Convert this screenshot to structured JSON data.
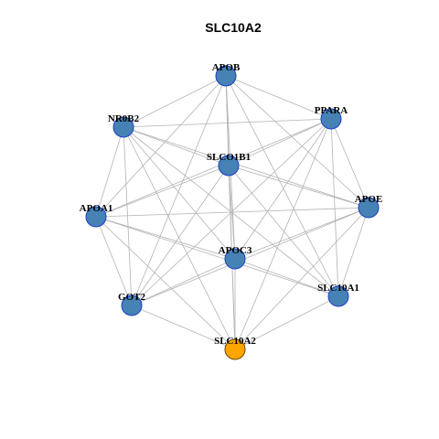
{
  "title": "SLC10A2",
  "colors": {
    "node_fill": "#4682b4",
    "node_stroke": "#1f3fc8",
    "highlight_fill": "#ffa500",
    "highlight_stroke": "#6a4a00",
    "edge": "#b3b3b3"
  },
  "nodes": [
    {
      "id": "APOB",
      "label": "APOB",
      "highlight": false
    },
    {
      "id": "PPARA",
      "label": "PPARA",
      "highlight": false
    },
    {
      "id": "NR0B2",
      "label": "NR0B2",
      "highlight": false
    },
    {
      "id": "SLCO1B1",
      "label": "SLCO1B1",
      "highlight": false
    },
    {
      "id": "APOE",
      "label": "APOE",
      "highlight": false
    },
    {
      "id": "APOA1",
      "label": "APOA1",
      "highlight": false
    },
    {
      "id": "APOC3",
      "label": "APOC3",
      "highlight": false
    },
    {
      "id": "SLC10A1",
      "label": "SLC10A1",
      "highlight": false
    },
    {
      "id": "GOT2",
      "label": "GOT2",
      "highlight": false
    },
    {
      "id": "SLC10A2",
      "label": "SLC10A2",
      "highlight": true
    }
  ],
  "edges": [
    [
      "APOB",
      "PPARA"
    ],
    [
      "APOB",
      "NR0B2"
    ],
    [
      "APOB",
      "SLCO1B1"
    ],
    [
      "APOB",
      "APOE"
    ],
    [
      "APOB",
      "APOA1"
    ],
    [
      "APOB",
      "APOC3"
    ],
    [
      "APOB",
      "SLC10A1"
    ],
    [
      "APOB",
      "GOT2"
    ],
    [
      "APOB",
      "SLC10A2"
    ],
    [
      "PPARA",
      "NR0B2"
    ],
    [
      "PPARA",
      "SLCO1B1"
    ],
    [
      "PPARA",
      "APOE"
    ],
    [
      "PPARA",
      "APOA1"
    ],
    [
      "PPARA",
      "APOC3"
    ],
    [
      "PPARA",
      "SLC10A1"
    ],
    [
      "PPARA",
      "GOT2"
    ],
    [
      "PPARA",
      "SLC10A2"
    ],
    [
      "NR0B2",
      "SLCO1B1"
    ],
    [
      "NR0B2",
      "APOE"
    ],
    [
      "NR0B2",
      "APOA1"
    ],
    [
      "NR0B2",
      "APOC3"
    ],
    [
      "NR0B2",
      "SLC10A1"
    ],
    [
      "NR0B2",
      "GOT2"
    ],
    [
      "NR0B2",
      "SLC10A2"
    ],
    [
      "SLCO1B1",
      "APOE"
    ],
    [
      "SLCO1B1",
      "APOA1"
    ],
    [
      "SLCO1B1",
      "APOC3"
    ],
    [
      "SLCO1B1",
      "SLC10A1"
    ],
    [
      "SLCO1B1",
      "GOT2"
    ],
    [
      "SLCO1B1",
      "SLC10A2"
    ],
    [
      "APOE",
      "APOA1"
    ],
    [
      "APOE",
      "APOC3"
    ],
    [
      "APOE",
      "SLC10A1"
    ],
    [
      "APOE",
      "GOT2"
    ],
    [
      "APOE",
      "SLC10A2"
    ],
    [
      "APOA1",
      "APOC3"
    ],
    [
      "APOA1",
      "SLC10A1"
    ],
    [
      "APOA1",
      "GOT2"
    ],
    [
      "APOA1",
      "SLC10A2"
    ],
    [
      "APOC3",
      "SLC10A1"
    ],
    [
      "APOC3",
      "GOT2"
    ],
    [
      "APOC3",
      "SLC10A2"
    ],
    [
      "SLC10A1",
      "SLC10A2"
    ],
    [
      "GOT2",
      "SLC10A2"
    ]
  ]
}
